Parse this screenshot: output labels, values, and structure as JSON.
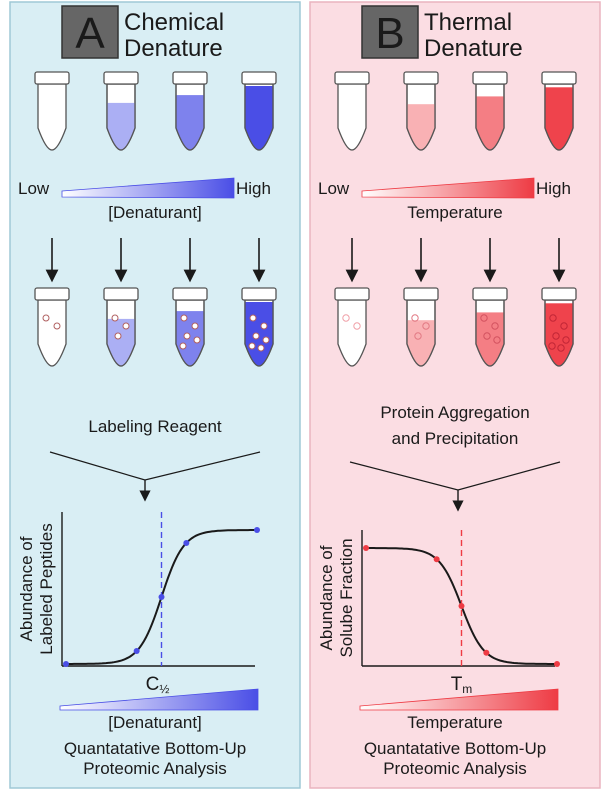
{
  "panels": [
    {
      "letter": "A",
      "title_line1": "Chemical",
      "title_line2": "Denature",
      "gradient_low": "Low",
      "gradient_high": "High",
      "gradient_label": "[Denaturant]",
      "reagent_line1": "Labeling Reagent",
      "reagent_line2": "",
      "y_label_line1": "Abundance of",
      "y_label_line2": "Labeled Peptides",
      "midpoint_label": "C½",
      "x_axis_label": "[Denaturant]",
      "analysis_line1": "Quantatative Bottom-Up",
      "analysis_line2": "Proteomic Analysis",
      "colors": {
        "background": "#d9eef4",
        "border": "#9fc9d6",
        "accent": "#4a4ee6",
        "accent_light": "#dfe3fb"
      },
      "tube_fill_levels": [
        0.0,
        0.35,
        0.65,
        1.0
      ],
      "curve": {
        "shape": "increasing",
        "markers": [
          0.0,
          0.37,
          0.5,
          0.63,
          1.0
        ]
      }
    },
    {
      "letter": "B",
      "title_line1": "Thermal",
      "title_line2": "Denature",
      "gradient_low": "Low",
      "gradient_high": "High",
      "gradient_label": "Temperature",
      "reagent_line1": "Protein Aggregation",
      "reagent_line2": "and Precipitation",
      "y_label_line1": "Abundance of",
      "y_label_line2": "Solube Fraction",
      "midpoint_label": "Tm",
      "x_axis_label": "Temperature",
      "analysis_line1": "Quantatative Bottom-Up",
      "analysis_line2": "Proteomic Analysis",
      "colors": {
        "background": "#fbdde3",
        "border": "#eab3bf",
        "accent": "#ee3b44",
        "accent_light": "#fde3e4"
      },
      "tube_fill_levels": [
        0.0,
        0.3,
        0.6,
        0.95
      ],
      "curve": {
        "shape": "decreasing",
        "markers": [
          0.0,
          0.37,
          0.5,
          0.63,
          1.0
        ]
      }
    }
  ]
}
